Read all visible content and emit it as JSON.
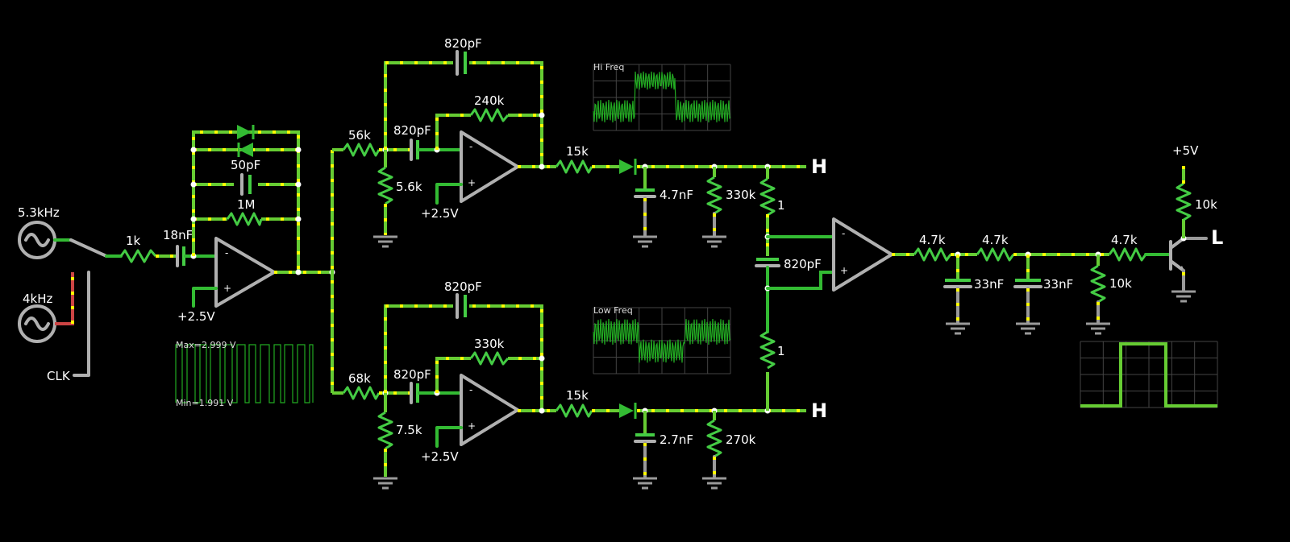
{
  "sources": {
    "sine_a": "5.3kHz",
    "sine_b": "4kHz",
    "clock": "CLK"
  },
  "input_stage": {
    "r_in": "1k",
    "c_in": "18nF",
    "c_fb": "50pF",
    "r_fb": "1M",
    "bias": "+2.5V"
  },
  "scope_input": {
    "max": "Max=2.999 V",
    "min": "Min=1.991 V"
  },
  "hi_branch": {
    "r_series": "56k",
    "r_shunt": "5.6k",
    "c_series": "820pF",
    "c_fb": "820pF",
    "r_fb": "240k",
    "bias": "+2.5V",
    "r_out": "15k",
    "c_filter": "4.7nF",
    "r_load": "330k",
    "r_sum": "1",
    "out_label": "H",
    "scope_title": "Hi Freq"
  },
  "low_branch": {
    "r_series": "68k",
    "r_shunt": "7.5k",
    "c_series": "820pF",
    "c_fb": "820pF",
    "r_fb": "330k",
    "bias": "+2.5V",
    "r_out": "15k",
    "c_filter": "2.7nF",
    "r_load": "270k",
    "r_sum": "1",
    "out_label": "H",
    "scope_title": "Low Freq"
  },
  "comparator": {
    "c_between": "820pF"
  },
  "output_filter": {
    "r1": "4.7k",
    "c1": "33nF",
    "r2": "4.7k",
    "c2": "33nF",
    "r3": "4.7k",
    "r_pd": "10k",
    "supply": "+5V",
    "r_pull": "10k",
    "out_label": "L"
  }
}
